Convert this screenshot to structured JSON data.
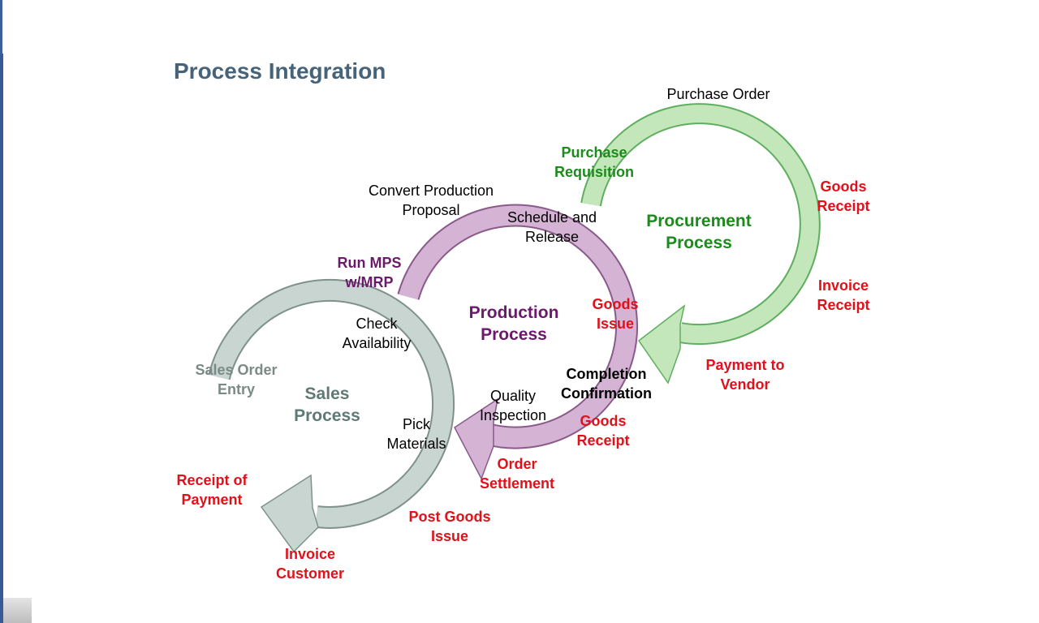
{
  "title": "Process Integration",
  "colors": {
    "procurement": "#1c8a1c",
    "production": "#6a1a6a",
    "sales": "#5f7a74",
    "event": "#e0111b"
  },
  "procurement": {
    "label": "Procurement Process",
    "steps": {
      "purchase_order": "Purchase Order",
      "purchase_requisition": "Purchase Requisition",
      "goods_receipt": "Goods Receipt",
      "invoice_receipt": "Invoice Receipt",
      "payment_to_vendor": "Payment to Vendor"
    }
  },
  "production": {
    "label": "Production Process",
    "steps": {
      "convert": "Convert Production Proposal",
      "schedule": "Schedule and Release",
      "run_mps": "Run MPS w/MRP",
      "goods_issue": "Goods Issue",
      "completion": "Completion Confirmation",
      "quality": "Quality Inspection",
      "goods_receipt": "Goods Receipt",
      "order_settlement": "Order Settlement"
    }
  },
  "sales": {
    "label": "Sales Process",
    "steps": {
      "check": "Check Availability",
      "sales_order": "Sales Order Entry",
      "pick": "Pick Materials",
      "receipt_payment": "Receipt of Payment",
      "post_goods": "Post Goods Issue",
      "invoice": "Invoice Customer"
    }
  }
}
